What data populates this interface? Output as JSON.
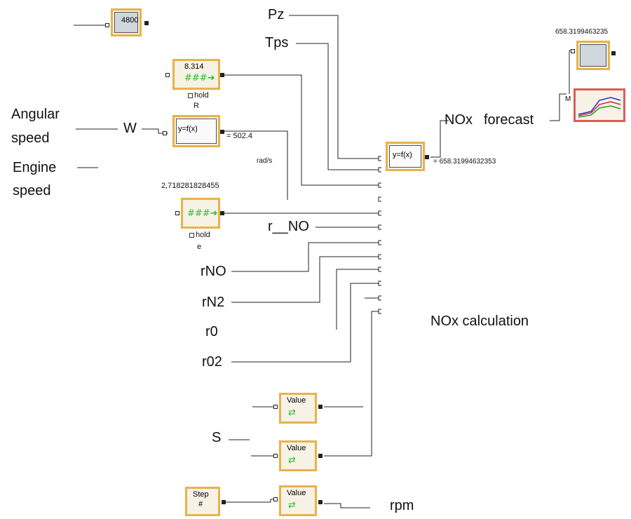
{
  "blocks": {
    "display_top": {
      "value": "4800"
    },
    "const_r": {
      "value": "8.314",
      "hold": "hold",
      "name": "R"
    },
    "func_w": {
      "label": "y=f(x)",
      "result": "= 502.4",
      "unit": "rad/s"
    },
    "const_e": {
      "top_value": "2,718281828455",
      "hold": "hold",
      "name": "e"
    },
    "func_main": {
      "label": "y=f(x)",
      "result": "= 658.31994632353"
    },
    "display_right": {
      "value": "658.3199463235"
    },
    "plot": {
      "tag": "M"
    },
    "value_1": {
      "label": "Value"
    },
    "value_2": {
      "label": "Value"
    },
    "value_3": {
      "label": "Value"
    },
    "step": {
      "label": "Step",
      "sub": "#"
    }
  },
  "labels": {
    "pz": "Pz",
    "tps": "Tps",
    "angular_speed_1": "Angular",
    "angular_speed_2": "speed",
    "w": "W",
    "engine_speed_1": "Engine",
    "engine_speed_2": "speed",
    "r_no_1": "r__NO",
    "r_no_2": "rNO",
    "r_n2": "rN2",
    "r0": "r0",
    "r02": "r02",
    "s": "S",
    "rpm": "rpm",
    "nox": "NOx",
    "forecast": "forecast",
    "nox_calc": "NOx calculation"
  }
}
